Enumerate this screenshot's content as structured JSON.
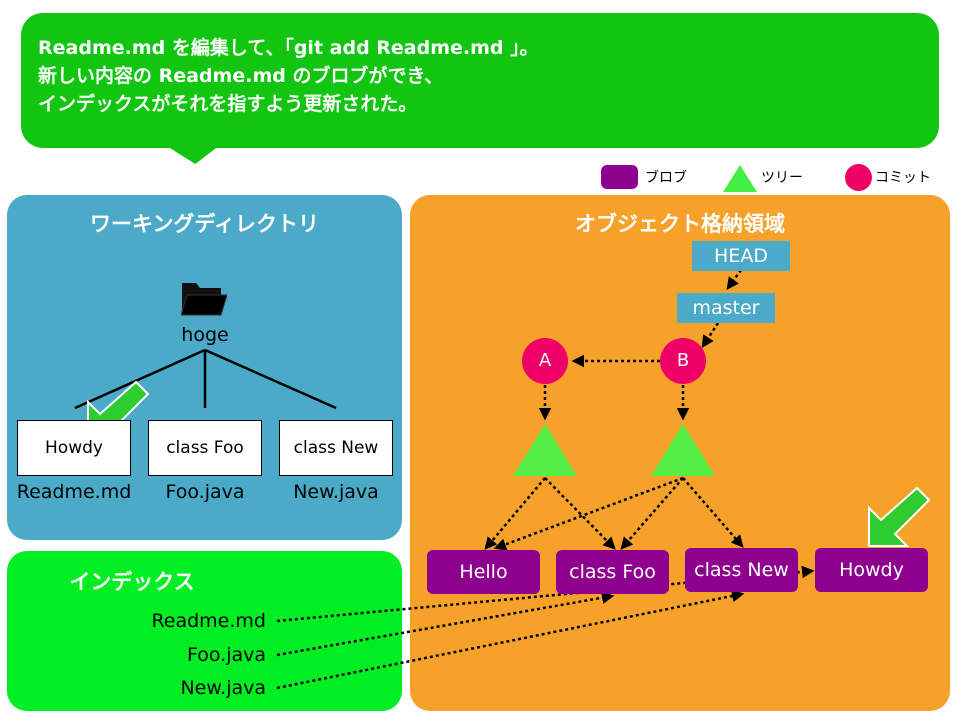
{
  "bubble": {
    "lines": [
      "Readme.md を編集して、「git add Readme.md 」。",
      "新しい内容の Readme.md のブロブができ、",
      "インデックスがそれを指すよう更新された。"
    ]
  },
  "legend": {
    "blob": "ブロブ",
    "tree": "ツリー",
    "commit": "コミット",
    "colors": {
      "blob": "#8e008e",
      "tree": "#44ee44",
      "commit": "#ee0066"
    }
  },
  "working_directory": {
    "title": "ワーキングディレクトリ",
    "folder": "hoge",
    "files": [
      {
        "content": "Howdy",
        "name": "Readme.md"
      },
      {
        "content": "class Foo",
        "name": "Foo.java"
      },
      {
        "content": "class New",
        "name": "New.java"
      }
    ]
  },
  "index": {
    "title": "インデックス",
    "entries": [
      "Readme.md",
      "Foo.java",
      "New.java"
    ]
  },
  "object_store": {
    "title": "オブジェクト格納領域",
    "head": "HEAD",
    "branch": "master",
    "commits": [
      "A",
      "B"
    ],
    "blobs": [
      "Hello",
      "class Foo",
      "class New",
      "Howdy"
    ]
  },
  "colors": {
    "bubble": "#11c511",
    "working_dir_panel": "#4aaac8",
    "index_panel": "#00ee22",
    "object_panel": "#f6a22a",
    "highlight_arrow": "#2ecc2e"
  }
}
